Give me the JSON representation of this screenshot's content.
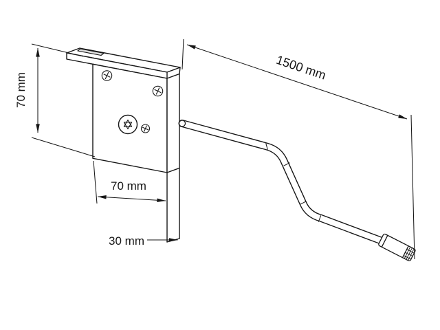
{
  "drawing": {
    "background_color": "#ffffff",
    "line_color": "#161616",
    "dimensions": {
      "height_label": "70 mm",
      "width_label": "70 mm",
      "wall_offset_label": "30 mm",
      "crank_length_label": "1500 mm"
    }
  }
}
